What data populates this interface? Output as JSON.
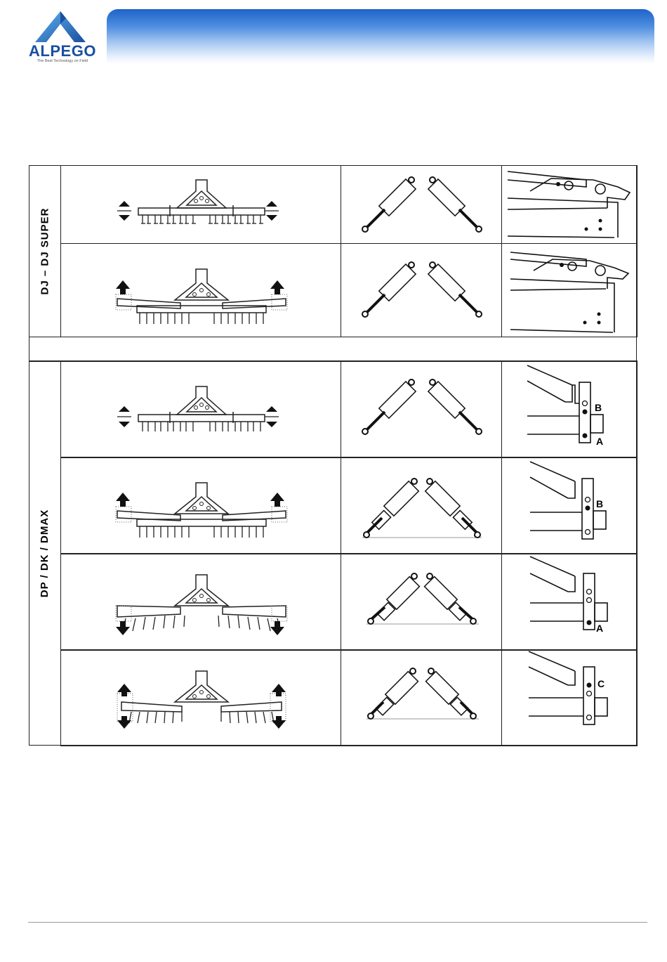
{
  "header": {
    "brand": "ALPEGO",
    "tagline": "The Best Technology on Field",
    "colors": {
      "brand_blue": "#1a4fa0",
      "banner_dark": "#1e63c9",
      "banner_light": "#eaf2fc"
    }
  },
  "table": {
    "groups": [
      {
        "label": "DJ – DJ SUPER"
      },
      {
        "label": "DP / DK / DMAX"
      }
    ],
    "hitch_labels": {
      "a": "A",
      "b": "B",
      "c": "C"
    }
  }
}
